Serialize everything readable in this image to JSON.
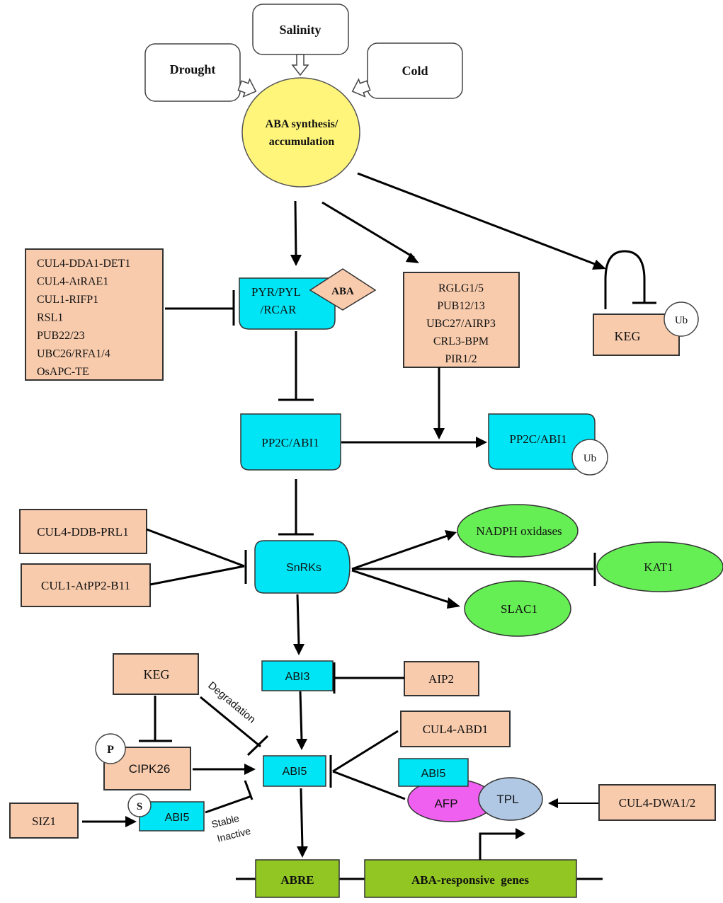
{
  "stresses": {
    "drought": "Drought",
    "salinity": "Salinity",
    "cold": "Cold"
  },
  "aba_node": {
    "line1": "ABA synthesis/",
    "line2": "accumulation"
  },
  "receptor": {
    "line1": "PYR/PYL",
    "line2": "/RCAR",
    "ligand": "ABA"
  },
  "receptor_regulators": [
    "CUL4-DDA1-DET1",
    "CUL4-AtRAE1",
    "CUL1-RIFP1",
    "RSL1",
    "PUB22/23",
    "UBC26/RFA1/4",
    "OsAPC-TE"
  ],
  "pp2c_regulators": [
    "RGLG1/5",
    "PUB12/13",
    "UBC27/AIRP3",
    "CRL3-BPM",
    "PIR1/2"
  ],
  "keg_top": {
    "label": "KEG",
    "ub": "Ub"
  },
  "pp2c": {
    "label": "PP2C/ABI1"
  },
  "pp2c_ub": {
    "label": "PP2C/ABI1",
    "ub": "Ub"
  },
  "snrk_regulators": {
    "a": "CUL4-DDB-PRL1",
    "b": "CUL1-AtPP2-B11"
  },
  "snrks": {
    "label": "SnRKs"
  },
  "targets": {
    "nadph": "NADPH oxidases",
    "kat1": "KAT1",
    "slac1": "SLAC1"
  },
  "abi3": {
    "label": "ABI3"
  },
  "aip2": {
    "label": "AIP2"
  },
  "keg_bottom": {
    "label": "KEG"
  },
  "degradation": {
    "label": "Degradation"
  },
  "cipk26": {
    "label": "CIPK26",
    "p": "P"
  },
  "abi5": {
    "label": "ABI5"
  },
  "cul4_abd1": {
    "label": "CUL4-ABD1"
  },
  "complex": {
    "abi5": "ABI5",
    "afp": "AFP",
    "tpl": "TPL"
  },
  "cul4_dwa": {
    "label": "CUL4-DWA1/2"
  },
  "siz1": {
    "label": "SIZ1"
  },
  "abi5_sumo": {
    "label": "ABI5",
    "s": "S"
  },
  "stable_inactive": {
    "line1": "Stable",
    "line2": "Inactive"
  },
  "promoter": {
    "abre": "ABRE",
    "genes": "ABA-responsive  genes"
  }
}
